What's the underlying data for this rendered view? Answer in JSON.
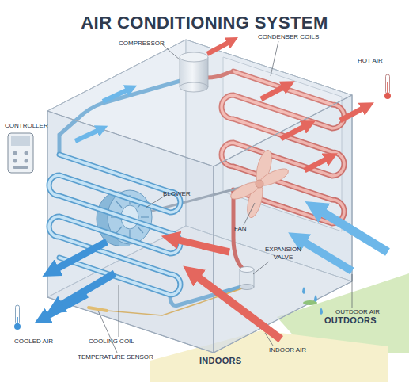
{
  "diagram": {
    "title": "AIR CONDITIONING SYSTEM",
    "nodes": [
      {
        "text": [
          "OUTDOORS"
        ]
      },
      {
        "text": [
          "INDOORS"
        ]
      }
    ],
    "labels": [
      "COMPRESSOR",
      "CONDENSER COILS",
      "HOT AIR",
      "CONTROLLER",
      "BLOWER",
      "FAN",
      "EXPANSION VALVE",
      "OUTDOOR AIR",
      "COOLED AIR",
      "COOLING COIL",
      "TEMPERATURE SENSOR",
      "INDOOR AIR"
    ]
  }
}
